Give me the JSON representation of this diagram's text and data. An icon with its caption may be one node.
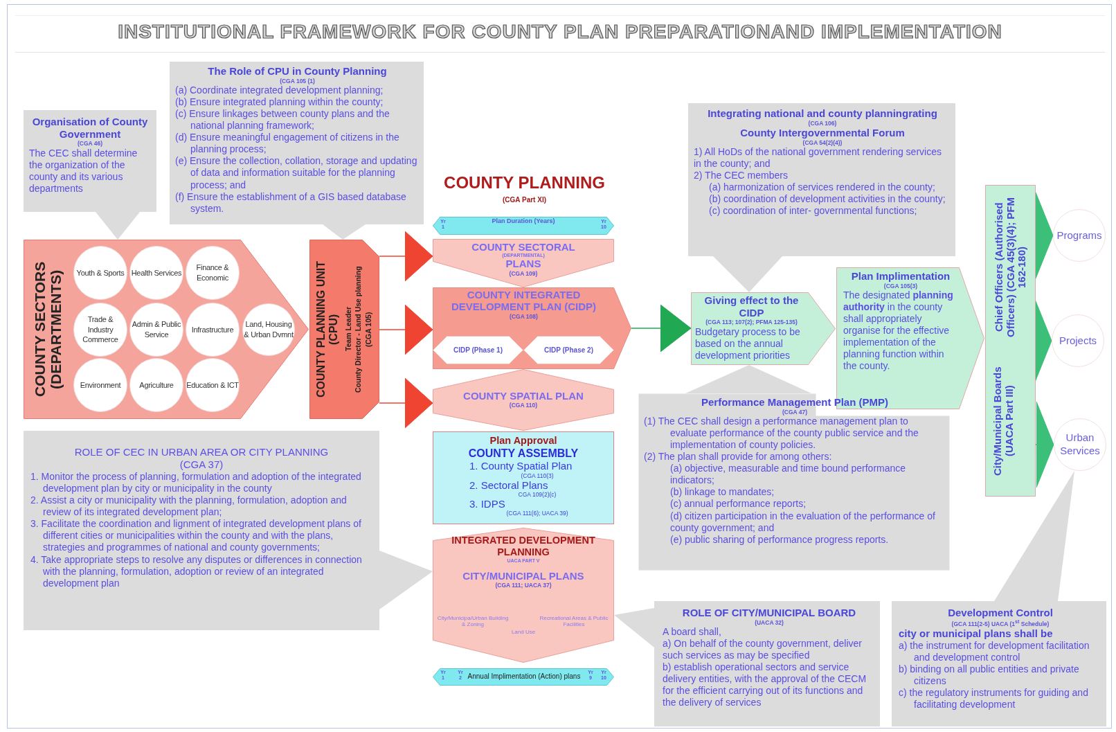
{
  "diagram": {
    "title": "INSTITUTIONAL FRAMEWORK FOR COUNTY PLAN PREPARATIONAND IMPLEMENTATION",
    "nodes": [
      {
        "text": [
          "Organisation of County Government",
          "(CGA 46)",
          "The CEC shall determine the organization of the county and its various departments"
        ]
      },
      {
        "text": [
          "The Role of CPU in County Planning",
          "(CGA 105 (1)",
          "(a) Coordinate integrated development planning;",
          "(b) Ensure integrated planning within the county;",
          "(c) Ensure linkages between county plans and the national planning framework;",
          "(d) Ensure meaningful engagement of citizens in the planning process;",
          "(e) Ensure the collection, collation, storage and updating of data and information suitable for the planning process; and",
          "(f) Ensure the establishment of a GIS based database system."
        ]
      },
      {
        "text": [
          "COUNTY SECTORS (DEPARTMENTS)"
        ]
      },
      {
        "text": [
          "Youth & Sports"
        ],
        "in": 2
      },
      {
        "text": [
          "Health Services"
        ],
        "in": 2
      },
      {
        "text": [
          "Finance & Economic"
        ],
        "in": 2
      },
      {
        "text": [
          "Trade & Industry Commerce"
        ],
        "in": 2
      },
      {
        "text": [
          "Admin & Public Service"
        ],
        "in": 2
      },
      {
        "text": [
          "Infrastructure"
        ],
        "in": 2
      },
      {
        "text": [
          "Land, Housing & Urban Dvmnt"
        ],
        "in": 2
      },
      {
        "text": [
          "Environment"
        ],
        "in": 2
      },
      {
        "text": [
          "Agriculture"
        ],
        "in": 2
      },
      {
        "text": [
          "Education & ICT"
        ],
        "in": 2
      },
      {
        "text": [
          "COUNTY PLANNING UNIT (CPU)",
          "Team Leader",
          "County Director - Land Use planning",
          "(CGA 105)"
        ]
      },
      {
        "text": [
          "Yr 1",
          "Plan Duration (Years)",
          "Yr 10"
        ]
      },
      {
        "text": [
          "COUNTY SECTORAL",
          "(DEPARTMENTAL)",
          "PLANS",
          "(CGA 109)"
        ]
      },
      {
        "text": [
          "COUNTY INTEGRATED DEVELOPMENT PLAN (CIDP)",
          "(CGA 108)"
        ]
      },
      {
        "text": [
          "CIDP (Phase 1)"
        ],
        "in": 16
      },
      {
        "text": [
          "CIDP (Phase 2)"
        ],
        "in": 16
      },
      {
        "text": [
          "COUNTY SPATIAL PLAN",
          "(CGA 110)"
        ]
      },
      {
        "text": [
          "Plan Approval",
          "COUNTY ASSEMBLY",
          "1. County Spatial Plan",
          "(CGA 110(3)",
          "2. Sectoral Plans",
          "CGA 109(2)(c)",
          "3. IDPS",
          "(CGA 111(6); UACA 39)"
        ]
      },
      {
        "text": [
          "INTEGRATED DEVELOPMENT PLANNING",
          "UACA PART V",
          "CITY/MUNICIPAL PLANS",
          "(CGA 111; UACA 37)",
          "City/Municipa/Urban Building & Zoning",
          "Recreational Areas & Public Facilities",
          "Land Use"
        ]
      },
      {
        "text": [
          "Yr 1",
          "Yr 2",
          "Annual Implimentation (Action) plans",
          "Yr 9",
          "Yr 10"
        ]
      },
      {
        "text": [
          "ROLE OF CEC IN URBAN AREA OR CITY PLANNING",
          "(CGA 37)",
          "1. Monitor the process of planning, formulation and adoption of the integrated development plan by city or municipality in the county",
          "2. Assist a city or municipality with the planning, formulation, adoption and review of its integrated development plan;",
          "3. Facilitate the coordination and lignment of integrated development plans of different cities or municipalities within the county and with the plans, strategies and programmes of national and county governments;",
          "4. Take appropriate steps to resolve any disputes or differences in connection with the planning, formulation, adoption or review of an integrated development plan"
        ]
      },
      {
        "text": [
          "Integrating national and county planningrating",
          "(CGA 106)",
          "County Intergovernmental Forum",
          "(CGA 54(2)(4))",
          "1) All HoDs of the national government rendering services in the county; and",
          "2) The CEC members",
          "(a) harmonization of services rendered in the county;",
          "(b) coordination of development activities in the county;",
          "(c) coordination of inter- governmental functions;"
        ]
      },
      {
        "text": [
          "Giving effect to the CIDP",
          "(CGA 113; 107(2); PFMA 125-135)",
          "Budgetary process to be based on the annual development priorities"
        ]
      },
      {
        "text": [
          "Plan Implimentation",
          "(CGA 105(3)",
          "The designated **planning authority** in the county shall appropriately organise for the effective implementation of the planning function within the county."
        ]
      },
      {
        "text": [
          "Chief Officers (Authorised Officers) (CGA 45(3)(4); PFM 162-180)",
          "City/Municipal Boards (UACA Part III)"
        ]
      },
      {
        "text": [
          "Programs"
        ]
      },
      {
        "text": [
          "Projects"
        ]
      },
      {
        "text": [
          "Urban Services"
        ]
      },
      {
        "text": [
          "Performance Management Plan (PMP)",
          "(CGA 47)",
          "(1) The CEC shall design a performance management plan to evaluate performance of the county public service and the implementation of county policies.",
          "(2) The plan shall provide for among others:",
          "(a) objective, measurable and time bound performance indicators;",
          "(b) linkage to mandates;",
          "(c) annual performance reports;",
          "(d) citizen participation in the evaluation of the performance of county government; and",
          "(e) public sharing of performance progress reports."
        ]
      },
      {
        "text": [
          "ROLE OF CITY/MUNICIPAL BOARD",
          "(UACA 32)",
          "A board shall,",
          "a) On behalf of the county government, deliver such services as may be specified",
          "b) establish operational sectors and service delivery entities, with the approval of the CECM for the efficient carrying out of its functions and the delivery of services"
        ]
      },
      {
        "text": [
          "Development Control",
          "(GCA 111(2-5) UACA (1$^{st}$ Schedule)",
          "city or municipal plans shall be",
          "a) the instrument for development facilitation and development control",
          "b) binding on all public entities and private citizens",
          "c) the regulatory instruments for guiding and facilitating development"
        ]
      }
    ],
    "edges": [
      {
        "from": 0,
        "to": 2,
        "arrow": "to",
        "color": "#dcdcdc"
      },
      {
        "from": 1,
        "to": 13,
        "arrow": "to",
        "color": "#dcdcdc"
      },
      {
        "from": 13,
        "to": 15,
        "arrow": "to",
        "color": "#f04432"
      },
      {
        "from": 13,
        "to": 16,
        "arrow": "to",
        "color": "#f04432"
      },
      {
        "from": 13,
        "to": 19,
        "arrow": "to",
        "color": "#f04432"
      },
      {
        "from": 23,
        "to": 21,
        "arrow": "to",
        "color": "#dcdcdc"
      },
      {
        "from": 16,
        "to": 25,
        "arrow": "to",
        "color": "#20a852"
      },
      {
        "from": 24,
        "to": 25,
        "arrow": "to",
        "color": "#dcdcdc"
      },
      {
        "from": 31,
        "to": 25,
        "arrow": "to",
        "color": "#dcdcdc"
      },
      {
        "from": 27,
        "to": 28,
        "arrow": "to",
        "color": "#3cbf78"
      },
      {
        "from": 27,
        "to": 29,
        "arrow": "to",
        "color": "#3cbf78"
      },
      {
        "from": 27,
        "to": 30,
        "arrow": "to",
        "color": "#3cbf78"
      },
      {
        "from": 32,
        "to": 21,
        "arrow": "to",
        "color": "#dcdcdc"
      },
      {
        "from": 33,
        "to": 30,
        "arrow": "to",
        "color": "#dcdcdc"
      }
    ],
    "labels": [
      "COUNTY PLANNING",
      "(CGA Part XI)"
    ]
  }
}
